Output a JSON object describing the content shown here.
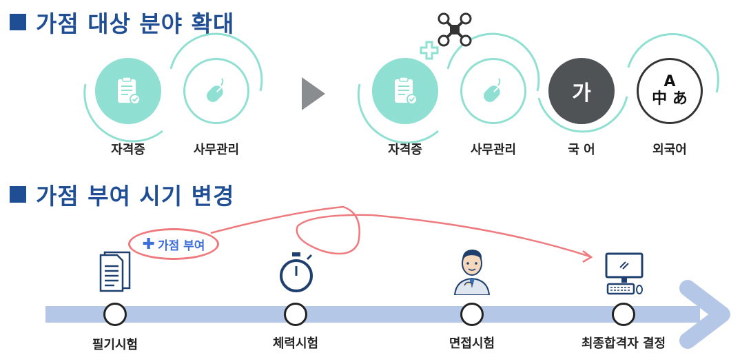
{
  "sections": {
    "scope_title": "가점 대상 분야 확대",
    "timing_title": "가점 부여 시기 변경"
  },
  "before": {
    "items": [
      {
        "label": "자격증",
        "icon": "clipboard-check-icon"
      },
      {
        "label": "사무관리",
        "icon": "computer-mouse-icon"
      }
    ]
  },
  "after": {
    "items": [
      {
        "label": "자격증",
        "icon": "clipboard-check-icon"
      },
      {
        "label": "사무관리",
        "icon": "computer-mouse-icon"
      },
      {
        "label": "국 어",
        "icon": "korean-character-icon",
        "glyph": "가"
      },
      {
        "label": "외국어",
        "icon": "language-icon",
        "glyph_top": "A",
        "glyph_left": "中",
        "glyph_right": "あ"
      }
    ],
    "added_icons": [
      "plus-icon",
      "drone-icon"
    ]
  },
  "timeline": {
    "stages": [
      {
        "label": "필기시험",
        "icon": "document-icon"
      },
      {
        "label": "체력시험",
        "icon": "stopwatch-icon"
      },
      {
        "label": "면접시험",
        "icon": "interviewer-icon"
      },
      {
        "label": "최종합격자 결정",
        "icon": "computer-icon"
      }
    ],
    "bonus_label": "가점 부여"
  },
  "colors": {
    "title": "#1f4e94",
    "teal": "#8fe0d2",
    "timeline": "#b4c7e7",
    "highlight": "#ef7a7e",
    "bonus_text": "#3d6ed8"
  }
}
